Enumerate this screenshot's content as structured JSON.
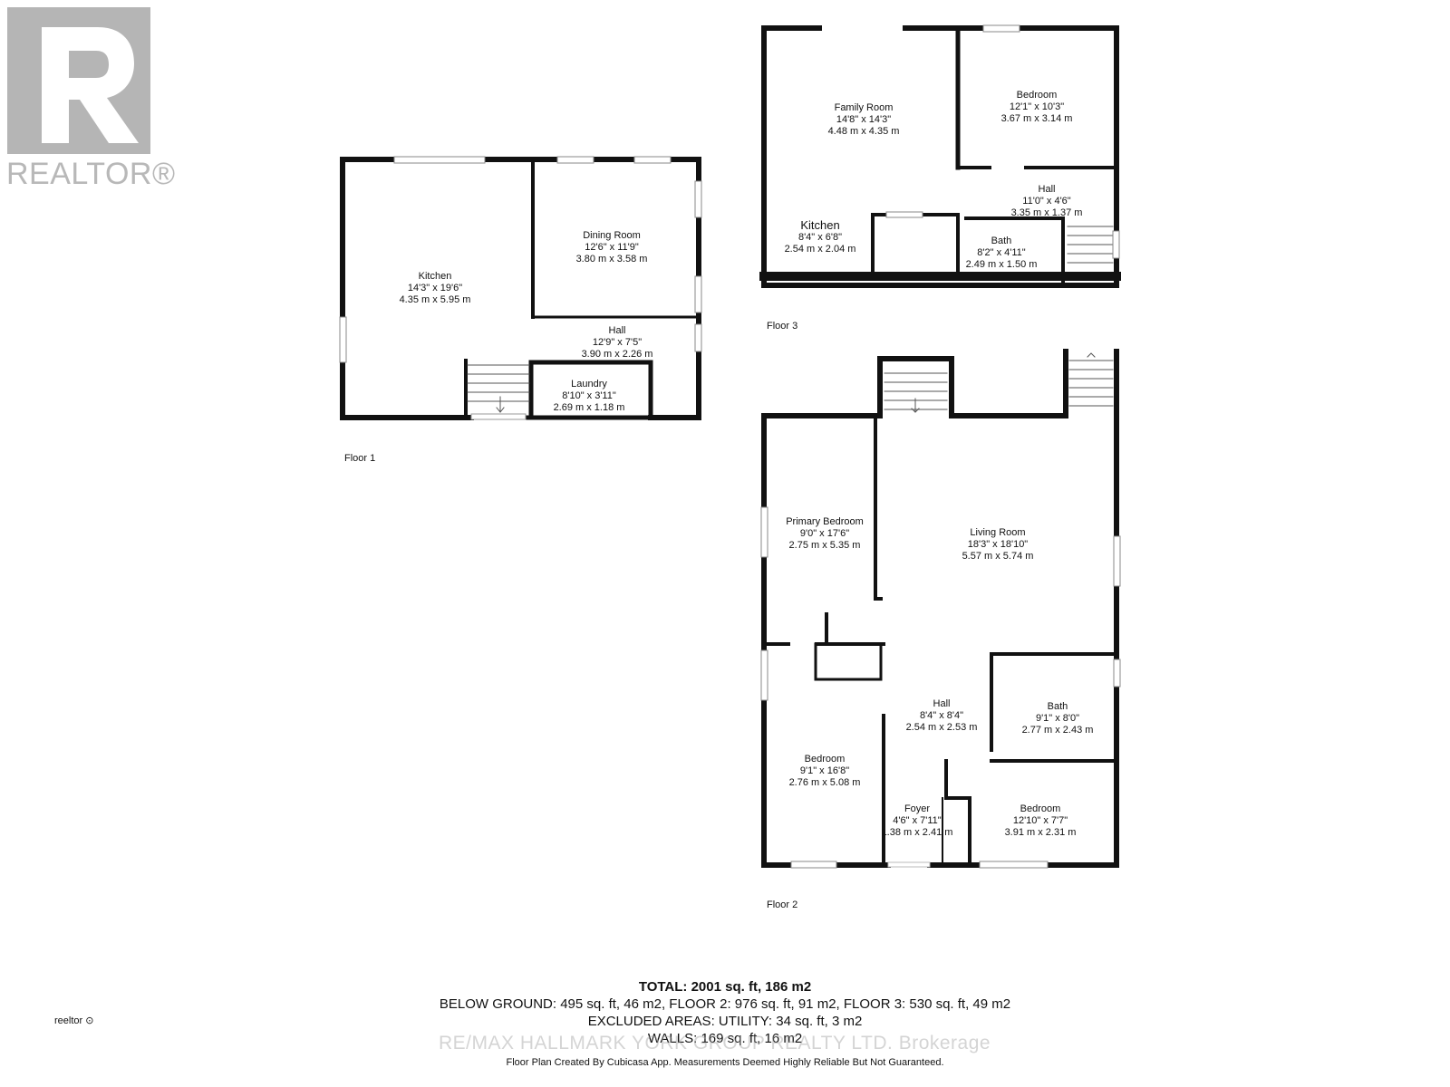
{
  "branding": {
    "logo_text": "REALTOR®",
    "small_brand": "reeltor ⊙",
    "watermark": "RE/MAX HALLMARK YORK GROUP REALTY LTD. Brokerage"
  },
  "floors": {
    "floor1": {
      "label": "Floor 1",
      "rooms": {
        "kitchen": {
          "name": "Kitchen",
          "imperial": "14'3\" x 19'6\"",
          "metric": "4.35 m x 5.95 m"
        },
        "dining": {
          "name": "Dining Room",
          "imperial": "12'6\" x 11'9\"",
          "metric": "3.80 m x 3.58 m"
        },
        "hall": {
          "name": "Hall",
          "imperial": "12'9\" x 7'5\"",
          "metric": "3.90 m x 2.26 m"
        },
        "laundry": {
          "name": "Laundry",
          "imperial": "8'10\" x 3'11\"",
          "metric": "2.69 m x 1.18 m"
        }
      }
    },
    "floor3": {
      "label": "Floor 3",
      "rooms": {
        "family": {
          "name": "Family Room",
          "imperial": "14'8\" x 14'3\"",
          "metric": "4.48 m x 4.35 m"
        },
        "bedroom": {
          "name": "Bedroom",
          "imperial": "12'1\" x 10'3\"",
          "metric": "3.67 m x 3.14 m"
        },
        "hall": {
          "name": "Hall",
          "imperial": "11'0\" x 4'6\"",
          "metric": "3.35 m x 1.37 m"
        },
        "kitchen": {
          "name": "Kitchen",
          "imperial": "8'4\" x 6'8\"",
          "metric": "2.54 m x 2.04 m"
        },
        "bath": {
          "name": "Bath",
          "imperial": "8'2\" x 4'11\"",
          "metric": "2.49 m x 1.50 m"
        }
      }
    },
    "floor2": {
      "label": "Floor 2",
      "rooms": {
        "primary": {
          "name": "Primary Bedroom",
          "imperial": "9'0\" x 17'6\"",
          "metric": "2.75 m x 5.35 m"
        },
        "living": {
          "name": "Living Room",
          "imperial": "18'3\" x 18'10\"",
          "metric": "5.57 m x 5.74 m"
        },
        "hall": {
          "name": "Hall",
          "imperial": "8'4\" x 8'4\"",
          "metric": "2.54 m x 2.53 m"
        },
        "bath": {
          "name": "Bath",
          "imperial": "9'1\" x 8'0\"",
          "metric": "2.77 m x 2.43 m"
        },
        "bedroom": {
          "name": "Bedroom",
          "imperial": "9'1\" x 16'8\"",
          "metric": "2.76 m x 5.08 m"
        },
        "foyer": {
          "name": "Foyer",
          "imperial": "4'6\" x 7'11\"",
          "metric": "1.38 m x 2.41 m"
        },
        "bedroom2": {
          "name": "Bedroom",
          "imperial": "12'10\" x 7'7\"",
          "metric": "3.91 m x 2.31 m"
        }
      }
    }
  },
  "footer": {
    "total": "TOTAL: 2001 sq. ft, 186 m2",
    "line1": "BELOW GROUND: 495 sq. ft, 46 m2, FLOOR 2: 976 sq. ft, 91 m2, FLOOR 3: 530 sq. ft, 49 m2",
    "line2": "EXCLUDED AREAS: UTILITY: 34 sq. ft, 3 m2",
    "line3": "WALLS: 169 sq. ft, 16 m2",
    "disclaimer": "Floor Plan Created By Cubicasa App. Measurements Deemed Highly Reliable But Not Guaranteed."
  }
}
